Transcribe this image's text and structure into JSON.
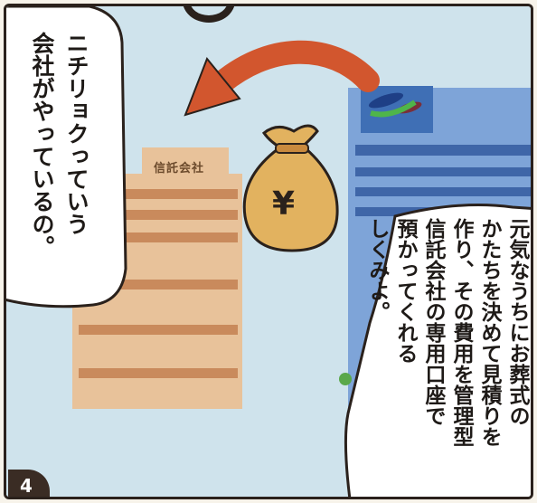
{
  "panel": {
    "number": "4"
  },
  "building_left": {
    "sign": "信託会社"
  },
  "money_bag": {
    "symbol": "¥"
  },
  "bubble_left": {
    "text": "ニチリョクっていう\n会社がやっているの。"
  },
  "bubble_right": {
    "text": "元気なうちにお葬式の\nかたちを決めて見積りを\n作り、その費用を管理型\n信託会社の専用口座で\n預かってくれる\nしくみよ。"
  },
  "colors": {
    "sky": "#cfe3ec",
    "building_left": "#e6b98a",
    "building_left_windows": "#c98a5c",
    "building_right": "#6f97cf",
    "building_right_windows": "#3f66a8",
    "arrow": "#d2562e",
    "bag": "#e2b25f",
    "outline": "#2a211c"
  }
}
